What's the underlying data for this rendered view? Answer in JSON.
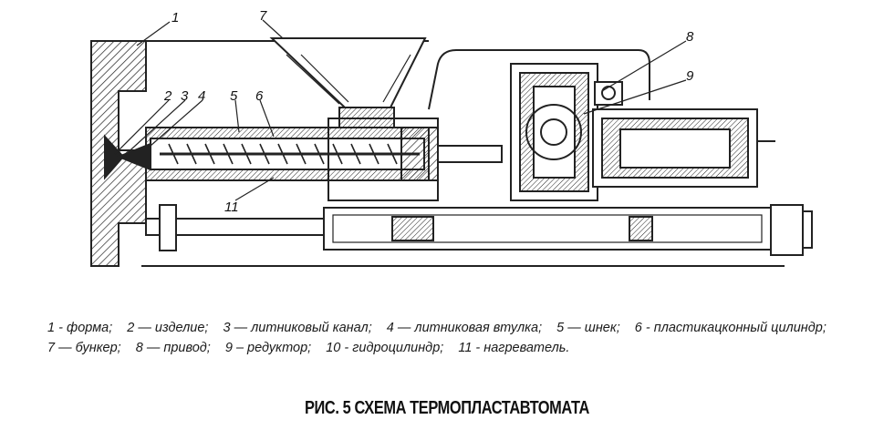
{
  "figure": {
    "labels": [
      {
        "num": "1"
      },
      {
        "num": "2"
      },
      {
        "num": "3"
      },
      {
        "num": "4"
      },
      {
        "num": "5"
      },
      {
        "num": "6"
      },
      {
        "num": "7"
      },
      {
        "num": "8"
      },
      {
        "num": "9"
      },
      {
        "num": "11"
      }
    ]
  },
  "legend": {
    "items": [
      "1 - форма;",
      "2 — изделие;",
      "3 — литниковый канал;",
      "4 — литниковая втулка;",
      "5 — шнек;",
      "6 - пластикацконный цилиндр;",
      "7 — бункер;",
      "8 — привод;",
      "9 – редуктор;",
      "10 - гидроцилиндр;",
      "11 - нагреватель."
    ]
  },
  "caption": "РИС. 5 СХЕМА ТЕРМОПЛАСТАВТОМАТА"
}
